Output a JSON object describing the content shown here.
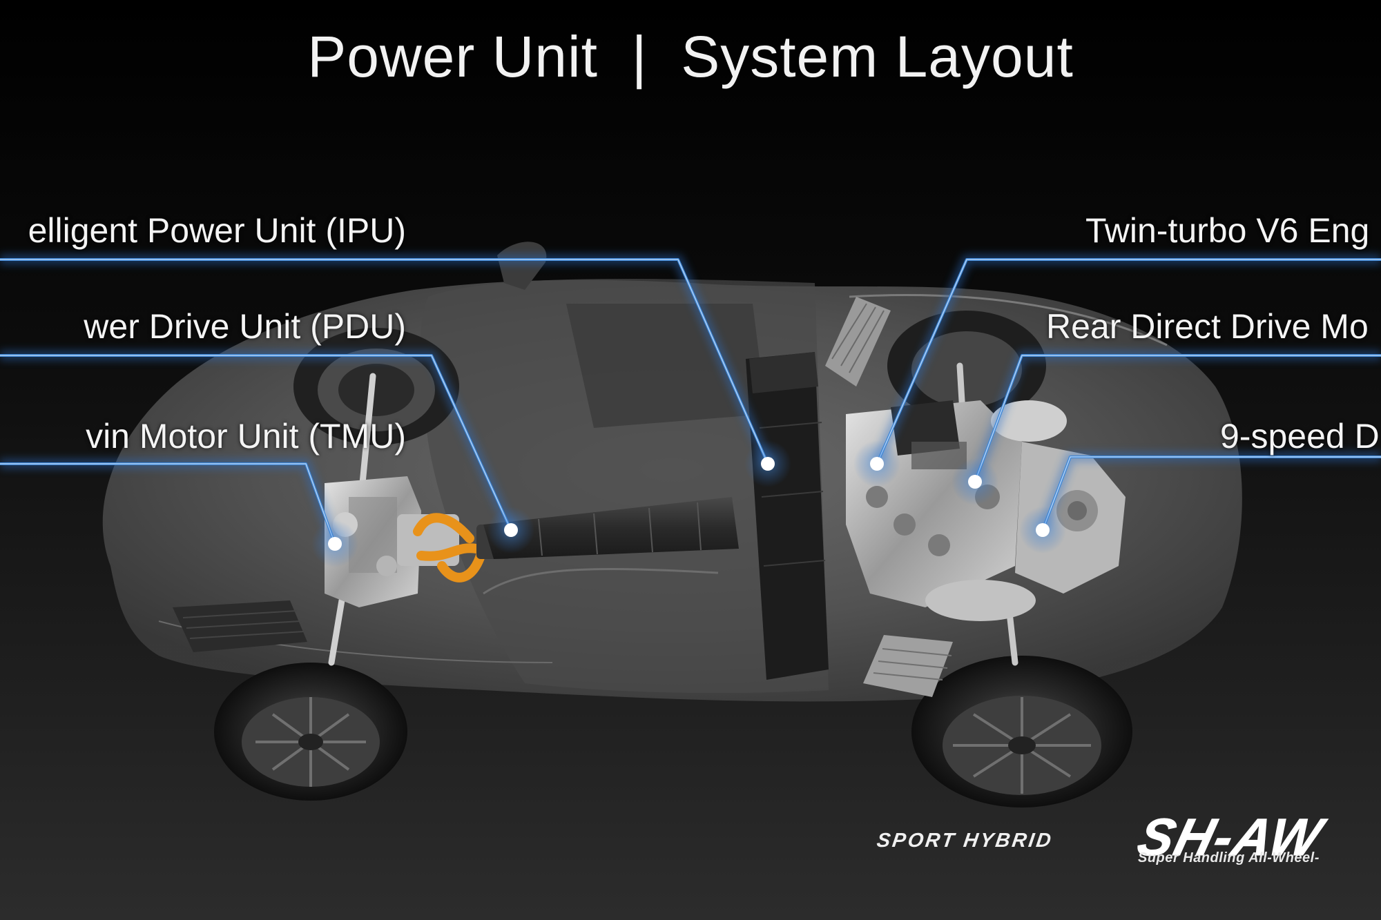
{
  "title": "Power Unit  |  System Layout",
  "callouts": {
    "ipu": "elligent Power Unit (IPU)",
    "pdu": "wer Drive Unit (PDU)",
    "tmu": "vin Motor Unit (TMU)",
    "engine": "Twin-turbo V6 Eng",
    "rear_motor": "Rear Direct Drive Mo",
    "transmission": "9-speed D"
  },
  "logo": {
    "sport_hybrid": "SPORT HYBRID",
    "sh_awd": "SH-AW",
    "tagline": "Super Handling All-Wheel-"
  },
  "colors": {
    "callout_line": "#3d86d6",
    "callout_glow": "#2a6fc9",
    "hybrid_cable": "#e8921a",
    "car_body": "#5a5a5a"
  }
}
